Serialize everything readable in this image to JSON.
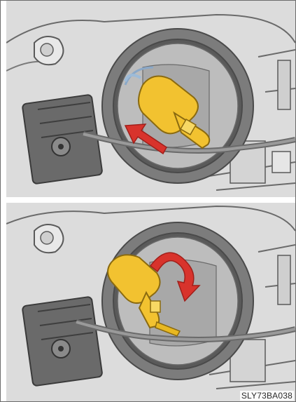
{
  "figure": {
    "code": "SLY73BA038",
    "steps": [
      {
        "action": "insert",
        "arrow": "straight-arrow-icon"
      },
      {
        "action": "turn-clockwise",
        "arrow": "curved-arrow-icon"
      }
    ]
  },
  "colors": {
    "background": "#dcdcdc",
    "line": "#4a4a4a",
    "bulb": "#f2c230",
    "arrow": "#d8332c"
  }
}
